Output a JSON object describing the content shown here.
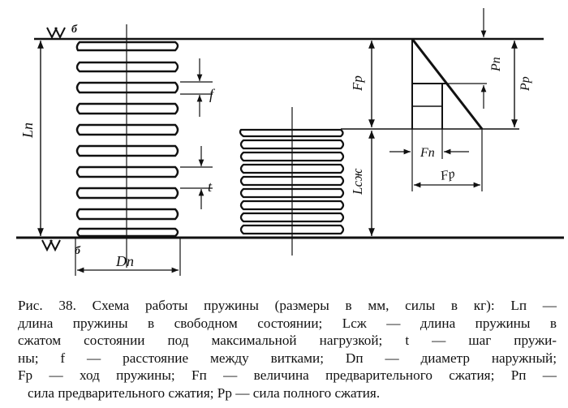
{
  "figure": {
    "labels": {
      "b_top": "б",
      "b_bottom": "б",
      "L_p": "Lп",
      "L_szh": "Lсж",
      "f": "f",
      "t": "t",
      "D_p": "Dп",
      "F_p_vertical": "Fp",
      "P_p_top": "Pп",
      "P_r": "Pp",
      "F_n": "Fп",
      "F_r": "Fp"
    }
  },
  "caption": {
    "lines": [
      "Рис. 38. Схема работы пружины (размеры в мм, силы в кг): Lп —",
      "длина пружины в свободном состоянии; Lсж — длина пружины в",
      "сжатом состоянии под максимальной нагрузкой; t — шаг пружи-",
      "ны; f — расстояние между витками; Dп — диаметр наружный;",
      "Fр — ход пружины; Fп — величина предварительного сжатия; Pп —",
      "сила предварительного сжатия; Pр — сила полного сжатия."
    ]
  }
}
